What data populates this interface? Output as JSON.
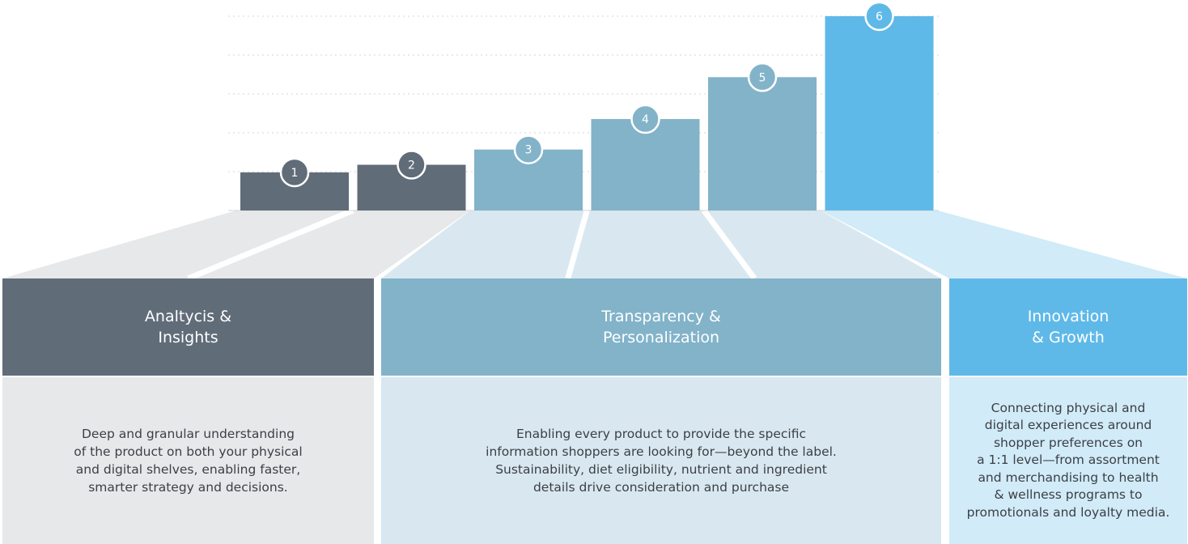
{
  "chart_data": {
    "type": "bar",
    "categories": [
      "1",
      "2",
      "3",
      "4",
      "5",
      "6"
    ],
    "values": [
      1,
      1.2,
      1.6,
      2.4,
      3.5,
      5.1
    ],
    "ylim": [
      0,
      5.1
    ],
    "grid": true,
    "bar_group": [
      1,
      1,
      2,
      2,
      2,
      3
    ]
  },
  "colors": {
    "group1_bar": "#616c79",
    "group2_bar": "#82b3c9",
    "group3_bar": "#5fb9e8",
    "group1_fill": "#e7e8ea",
    "group2_fill": "#d9e8f0",
    "group3_fill": "#d1ebf8",
    "grid": "#d6d6d6"
  },
  "sections": [
    {
      "title_lines": [
        "Analtycis &",
        "Insights"
      ],
      "body_lines": [
        "Deep and granular understanding",
        "of the product on both your physical",
        "and digital shelves, enabling faster,",
        "smarter strategy and decisions."
      ]
    },
    {
      "title_lines": [
        "Transparency &",
        "Personalization"
      ],
      "body_lines": [
        "Enabling every product to provide the specific",
        "information shoppers are looking for—beyond the label.",
        "Sustainability, diet eligibility, nutrient and ingredient",
        "details drive consideration and purchase"
      ]
    },
    {
      "title_lines": [
        "Innovation",
        "& Growth"
      ],
      "body_lines": [
        "Connecting physical and",
        "digital experiences around",
        "shopper preferences on",
        "a 1:1 level—from assortment",
        "and merchandising to health",
        "& wellness programs to",
        "promotionals and loyalty media."
      ]
    }
  ]
}
